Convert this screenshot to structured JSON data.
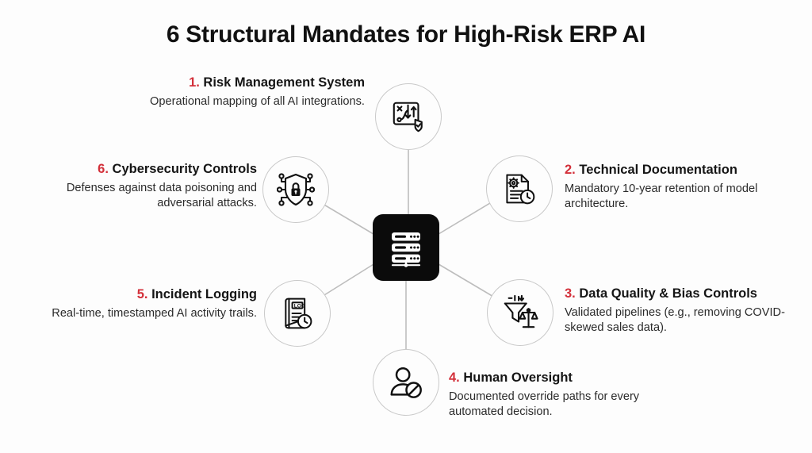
{
  "title": "6 Structural Mandates for High-Risk ERP AI",
  "colors": {
    "background": "#fdfdfd",
    "accent_red": "#d3303a",
    "hub_black": "#0b0b0b",
    "circle_stroke": "#c9c9c9",
    "connector_line": "#bdbdbd",
    "heading_text": "#151515",
    "body_text": "#2b2b2b"
  },
  "hub": {
    "icon": "server-stack-icon"
  },
  "mandates": [
    {
      "number": "1.",
      "heading": "Risk Management System",
      "description": "Operational mapping of all AI integrations.",
      "icon": "strategy-board-shield-icon",
      "align": "right"
    },
    {
      "number": "2.",
      "heading": "Technical Documentation",
      "description": "Mandatory 10-year retention of model architecture.",
      "icon": "document-gear-clock-icon",
      "align": "left"
    },
    {
      "number": "3.",
      "heading": "Data Quality & Bias Controls",
      "description": "Validated pipelines (e.g., removing COVID-skewed sales data).",
      "icon": "funnel-scales-icon",
      "align": "left"
    },
    {
      "number": "4.",
      "heading": "Human Oversight",
      "description": "Documented override paths for every automated decision.",
      "icon": "person-block-icon",
      "align": "left"
    },
    {
      "number": "5.",
      "heading": "Incident Logging",
      "description": "Real-time, timestamped AI activity trails.",
      "icon": "log-book-clock-icon",
      "align": "right"
    },
    {
      "number": "6.",
      "heading": "Cybersecurity Controls",
      "description": "Defenses against data poisoning and adversarial attacks.",
      "icon": "shield-lock-network-icon",
      "align": "right"
    }
  ]
}
